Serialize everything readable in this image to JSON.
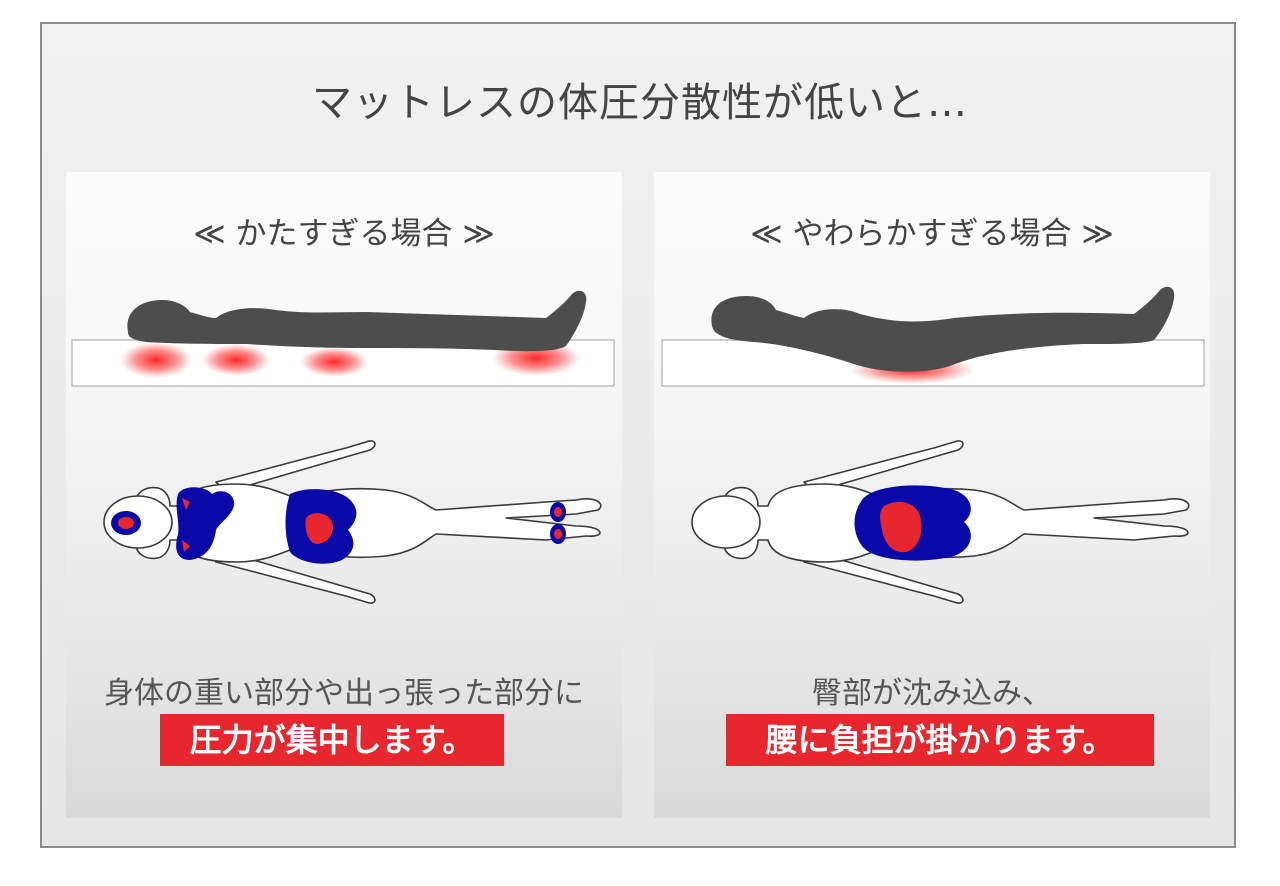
{
  "main_title": "マットレスの体圧分散性が低いと…",
  "panels": [
    {
      "title": "≪ かたすぎる場合 ≫",
      "caption": "身体の重い部分や出っ張った部分に",
      "highlight": "圧力が集中します。"
    },
    {
      "title": "≪ やわらかすぎる場合 ≫",
      "caption": "臀部が沈み込み、",
      "highlight": "腰に負担が掛かります。"
    }
  ],
  "colors": {
    "pressure_red": "#e8262d",
    "pressure_blue": "#0a0aa8",
    "silhouette": "#4d4d4d"
  }
}
